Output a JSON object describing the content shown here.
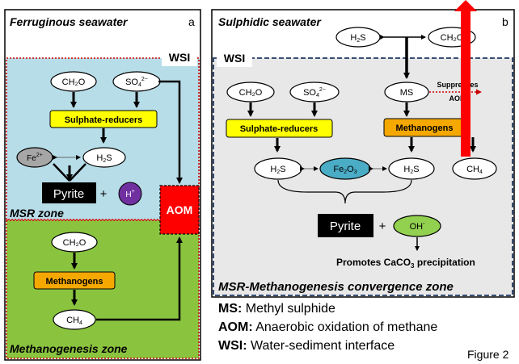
{
  "panel_a": {
    "title": "Ferruginous seawater",
    "letter": "a",
    "wsi": "WSI",
    "msr": {
      "ch2o": "CH₂O",
      "so4_base": "SO",
      "so4_sub": "4",
      "so4_sup": "2−",
      "reducers": "Sulphate-reducers",
      "fe2_base": "Fe",
      "fe2_sup": "2+",
      "h2s_base": "H",
      "h2s_sub": "2",
      "h2s_tail": "S",
      "pyrite": "Pyrite",
      "plus": "+",
      "hplus_base": "H",
      "hplus_sup": "+",
      "zone": "MSR zone"
    },
    "aom": "AOM",
    "methano": {
      "ch2o": "CH₂O",
      "methanogens": "Methanogens",
      "ch4_base": "CH",
      "ch4_sub": "4",
      "zone": "Methanogenesis zone"
    }
  },
  "panel_b": {
    "title": "Sulphidic seawater",
    "letter": "b",
    "wsi": "WSI",
    "top_h2s_base": "H",
    "top_h2s_sub": "2",
    "top_h2s_tail": "S",
    "top_ch2o": "CH₂O",
    "ms": "MS",
    "suppresses": "Suppresses",
    "aom": "AOM",
    "ch2o": "CH₂O",
    "so4_base": "SO",
    "so4_sub": "4",
    "so4_sup": "2−",
    "reducers": "Sulphate-reducers",
    "methanogens": "Methanogens",
    "h2s_left_base": "H",
    "h2s_left_sub": "2",
    "h2s_left_tail": "S",
    "fe2o3_a": "Fe",
    "fe2o3_b": "2",
    "fe2o3_c": "O",
    "fe2o3_d": "3",
    "h2s_right_base": "H",
    "h2s_right_sub": "2",
    "h2s_right_tail": "S",
    "ch4_base": "CH",
    "ch4_sub": "4",
    "pyrite": "Pyrite",
    "plus": "+",
    "oh_base": "OH",
    "oh_sup": "-",
    "promotes_a": "Promotes CaCO",
    "promotes_b": "3",
    "promotes_c": " precipitation",
    "zone": "MSR-Methanogenesis convergence zone"
  },
  "legend": [
    {
      "key": "MS:",
      "text": " Methyl sulphide"
    },
    {
      "key": "AOM:",
      "text": " Anaerobic oxidation of methane"
    },
    {
      "key": "WSI:",
      "text": " Water-sediment interface"
    }
  ],
  "figure_label": "Figure 2",
  "colors": {
    "msr_zone": "#b7dde8",
    "methano_zone": "#8ac43f",
    "panel_b_bg": "#e8e8e8",
    "reducers_box": "#ffff00",
    "methanogens_box": "#f5a800",
    "fe2_oval": "#a6a6a6",
    "hplus_oval": "#7030a0",
    "fe2o3_oval": "#4bacc6",
    "oh_oval": "#92d050",
    "aom_box": "#ff0000",
    "red_arrow": "#ff0000",
    "dashed_red": "#cc0000",
    "dashed_navy": "#1f3864"
  }
}
